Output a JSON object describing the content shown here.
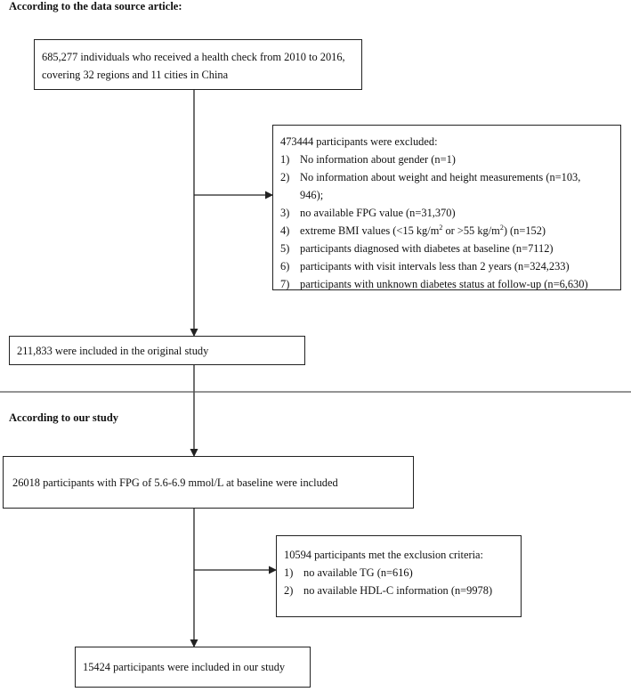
{
  "section1": {
    "heading": "According to the data source article:"
  },
  "initial_box": {
    "line1": "685,277 individuals who received a health check from 2010 to 2016,",
    "line2": "covering 32 regions and 11 cities in China"
  },
  "exclusion1": {
    "title": "473444 participants were excluded:",
    "items": [
      {
        "num": "1)",
        "pre": "No information about gender (n=1)"
      },
      {
        "num": "2)",
        "pre": "No information about weight and height measurements (n=103,",
        "line2": "946);"
      },
      {
        "num": "3)",
        "pre": "no available FPG value (n=31,370)"
      },
      {
        "num": "4)",
        "pre": "extreme BMI values (<15 kg/m",
        "sup1": "2",
        "mid": " or >55 kg/m",
        "sup2": "2",
        "post": ") (n=152)"
      },
      {
        "num": "5)",
        "pre": "participants diagnosed with diabetes at baseline (n=7112)"
      },
      {
        "num": "6)",
        "pre": "participants with visit intervals less than 2 years (n=324,233)"
      },
      {
        "num": "7)",
        "pre": "participants with unknown diabetes status at follow-up (n=6,630)"
      }
    ]
  },
  "original_box": {
    "text": "211,833 were included in the original study"
  },
  "section2": {
    "heading": "According to our study"
  },
  "baseline_box": {
    "text": "26018 participants with FPG of 5.6-6.9 mmol/L at baseline were included"
  },
  "exclusion2": {
    "title": "10594 participants met the exclusion criteria:",
    "items": [
      {
        "num": "1)",
        "pre": "no available TG (n=616)"
      },
      {
        "num": "2)",
        "pre": "no available HDL-C information (n=9978)"
      }
    ]
  },
  "final_box": {
    "text": "15424 participants were included in our study"
  },
  "colors": {
    "line": "#222222",
    "divider": "#555555",
    "background": "#ffffff"
  }
}
